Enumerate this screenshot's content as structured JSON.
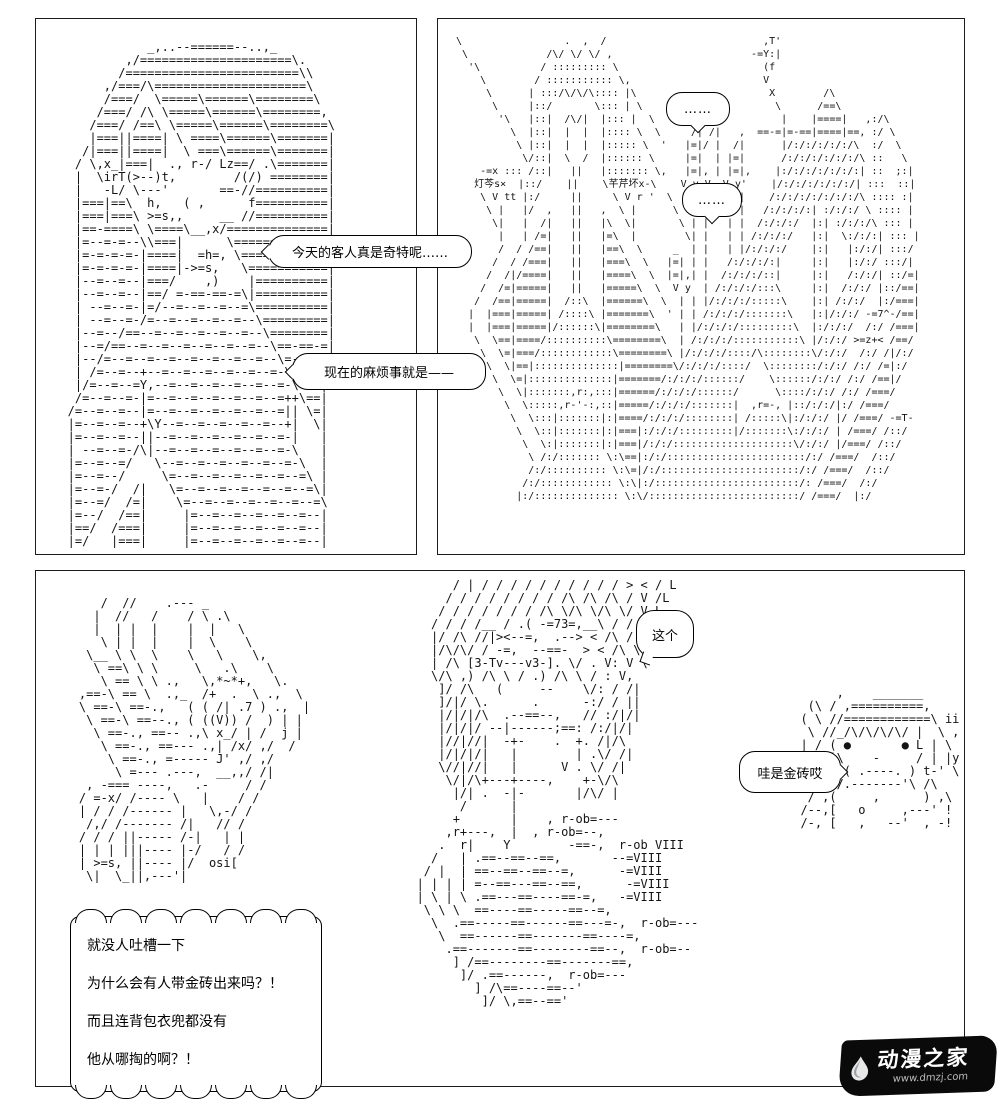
{
  "page": {
    "background": "#ffffff",
    "ink": "#141414"
  },
  "bubbles": {
    "b1": "今天的客人真是奇特呢……",
    "b2": "现在的麻烦事就是——",
    "b3": "这个",
    "b4": "哇是金砖哎",
    "dots1": "……",
    "dots2": "……",
    "dialog": {
      "lines": [
        "就没人吐槽一下",
        "为什么会有人带金砖出来吗？！",
        "而且连背包衣兜都没有",
        "他从哪掏的啊？！"
      ]
    }
  },
  "watermark": {
    "title": "动漫之家",
    "url": "www.dmzj.com"
  },
  "panels": {
    "top_left_aa": [
      "              _,..--======--..,_",
      "           ,/=====================\\.",
      "          /========================\\\\",
      "        ,/===/\\=====================\\",
      "        /===/  \\=====\\======\\========\\",
      "       /===/ /\\ \\=====\\======\\========,",
      "      /===/ /==\\ \\=====\\======\\========\\",
      "      |===||====| \\ ====\\======\\=======|",
      "     /|===||====|  \\ ===\\======\\=======|",
      "    / \\,x_|===|  ., r-/ Lz==/ .\\=======|",
      "    |  \\irT(>--)t,        /(/) ========|",
      "    |   -L/ \\---'       ==-//==========|",
      "    |===|==\\  h,   ( ,      f==========|",
      "    |===|===\\ >=s,,     __ //==========|",
      "    |==-====\\ \\====\\__,x/==============|",
      "    |=--=-=--\\\\===|      \\=============|",
      "    |=-=-=-=-|====|  =h=, \\============|",
      "    |=-=-=-=-|====|->=s,   \\===========|",
      "    |--=--=--|===/    ,)    |==========|",
      "    |--=--=--|==/ =-==-==-=\\|==========|",
      "    | --=--=-|=/--=--=--=--=\\==========|",
      "    | --=--=-/=--=--=--=--=--\\=========|",
      "    |--=--/==--=--=--=--=--=--\\========|",
      "    |--=/==--=--=--=--=--=--=--\\==-==-=|",
      "    |--/=--=--=--=--=--=--=--=--\\=-==W!",
      "    | /=--=--+--=--=--=--=--=--=-\\-=-=/",
      "    |/=--=--=Y,--=--=--=--=--=--=-\\===|",
      "    /=--=--=-|=--=--=--=--=--=--=++\\==|",
      "   /=--=--=--|=--=--=--=--=--=--=|| \\=|",
      "   |=--=--=--+\\Y--=--=--=--=--=--+|  \\|",
      "   |=--=--=--||--=--=--=--=--=--=-|   |",
      "   | --=--=-/\\|--=--=--=--=--=--=-\\   |",
      "   |=--=--=/   \\--=--=--=--=--=--=-\\  |",
      "   |=--=--/     \\=--=--=--=--=--=--=\\ |",
      "   |=--=-/  /|   \\=--=--=--=--=--=--=\\|",
      "   |=--=/  /=|    \\=--=--=--=--=--=--=\\",
      "   |=--/  /==|     |=--=--=--=--=--=--|",
      "   |==/  /===|     |=--=--=--=--=--=--|",
      "   |=/   |===|     |=--=--=--=--=--=--|"
    ],
    "top_right_aa": [
      "  \\                 .  ,  /                          ,T'",
      "   \\             /\\/ \\/ \\/ ,                       -=Y:|",
      "    '\\          / ::::::::: \\                        (f",
      "      \\        / ::::::::::: \\,                      V",
      "       \\      | :::/\\/\\/\\:::: |\\                      X        /\\",
      "        \\     |::/       \\::: | \\                      \\      /==\\",
      "         '\\   |::|  /\\/|  |::: |  \\       .  ,          |    |====|   ,:/\\",
      "           \\  |::|  |  |  |:::: \\  \\     /| /|   ,  ==-=|=-==|====|==, :/ \\",
      "            \\ |::|  |  |  |::::: \\  '   |=|/ |  /|      |/:/:/:/:/:/\\  :/  \\",
      "             \\/::|  \\  /  |:::::: \\     |=|  | |=|      /:/:/:/:/:/:/\\ ::   \\",
      "      -=x ::: /::|   ||   |::::::: \\,   |=|, | |=|,    |:/:/:/:/:/:/:| ::  ;:|",
      "     灯芩s×  |::/    ||    \\芊芹坏x-\\    V y V  V y'    |/:/:/:/:/:/:/| :::  ::|",
      "      \\ V tt |:/     ||     \\ V r '  \\   | |   | |    /:/:/:/:/:/:/:/\\ :::: :|",
      "       \\ |   |/  ,   ||   ,  \\ |      \\  | |   | |   /:/:/:/:| :/:/:/ \\ :::: |",
      "        \\|   |  /|   ||   |\\  \\|       \\ | |   | |  /:/:/:/  |:| :/:/:/\\ ::: |",
      "         |   | /=|   ||   |=\\  |        \\| |   | | /:/:/:/   |:|  \\:/:/:| ::: |",
      "         /  / /==|   ||   |==\\  \\     _  | |   | |/:/:/:/    |:|   |:/:/| :::/",
      "        /  / /===|   ||   |===\\  \\   |=| | |   /:/:/:/:|     |:|   |:/:/ :::/|",
      "       /  /|/====|   ||   |====\\  \\  |=|,| |  /:/:/:/::|     |:|   /:/:/| ::/=|",
      "      /  /=|=====|   ||   |=====\\  \\  V y  | /:/:/:/:::\\     |:|  /:/:/ |::/==|",
      "     /  /==|=====|  /::\\  |======\\  \\  | | |/:/:/:/:::::\\    |:| /:/:/  |:/===|",
      "    |  |===|=====| /::::\\ |=======\\  ' | | /:/:/:/:::::::\\   |:|/:/:/ -=7^-/==|",
      "    |  |===|=====|/::::::\\|========\\   | |/:/:/:/:::::::::\\  |:/:/:/  /:/ /===|",
      "     \\  \\==|====/::::::::::\\========\\  | /:/:/:/:::::::::::\\ |/:/:/ >=z+< /==/",
      "      \\  \\=|===/::::::::::::\\========\\ |/:/:/:/::::/\\::::::::\\/:/:/  /:/ /|/:/",
      "       \\  \\|==|::::::::::::::|========\\/:/:/:/::::/  \\::::::::/:/:/ /:/ /=|:/",
      "        \\  \\=|::::::::::::::|=======/:/:/:/::::::/    \\::::::/:/:/ /:/ /==|/",
      "         \\  \\|:::::::,r:,:::|======/:/:/:/::::::/      \\::::/:/:/ /:/ /===/",
      "          \\  \\:::::,r-'-:,::|=====/:/:/:/:::::::|  ,r=-, |::/:/:/|:/ /===/",
      "           \\  \\:::|:::::::|:|====/:/:/:/::::::::| /:::::\\|:/:/:/ |/ /===/ -=T-",
      "            \\  \\::|:::::::|:|===|:/:/:/:::::::::|/:::::::\\:/:/:/ | /===/ /::/",
      "             \\  \\:|:::::::|:|===|/:/:/::::::::::::::::::::\\/:/:/ |/===/ /::/",
      "              \\ /:/::::::: \\:\\==|:/:/:::::::::::::::::::::::/:/ /===/  /::/",
      "              /:/:::::::::: \\:\\=|/:/:::::::::::::::::::::::/:/ /===/  /::/",
      "             /:/:::::::::::: \\:\\|:/::::::::::::::::::::::::/: /===/  /:/",
      "            |:/:::::::::::::: \\:\\/:::::::::::::::::::::::::/ /===/  |:/"
    ],
    "bottom_left_aa": [
      "       /  //    .--- _",
      "      |  //   /    / \\ .\\",
      "      |  | |  |    |  |   \\",
      "       \\ | |  |    |  \\    \\",
      "     \\__ \\ \\  \\    \\   \\    \\,",
      "      \\ ==\\ \\ \\     \\   .\\    \\",
      "       \\ == \\ \\ .,   \\,*~*+,   \\.",
      "    ,==-\\ == \\  .,_  /+  .  \\ .,  \\",
      "    \\ ==-\\ ==-.,   ( ( /| .7 ) .,  |",
      "     \\ ==-\\ ==--., ( ((V)) /  ) | |",
      "      \\ ==-., ==-- .,\\ x_/ | /  j |",
      "       \\ ==-., ==--- .,| /x/ ,/  /",
      "        \\ ==-., =----- J' ,/ ,/",
      "         \\ =--- .---,  __,,/ /|",
      "     , -=== ----,   .-     / /",
      "    / =-x/ /---- \\   |    / /",
      "    | / / /------ |   \\,-/ /",
      "     /,/ /------- /|   // /",
      "    / / / ||----- /-|   | |",
      "    | | | |||---- |-/   / /",
      "    | >=s, ||---- |/  osi[",
      "     \\|  \\_||,---'|"
    ],
    "bottom_center_aa": [
      "            / | / / / / / / / / / / > < / L",
      "           / / / / / / / / /\\ /\\ /\\ / V /L",
      "          / / / / / / / /\\ \\/\\ \\/\\ \\/ V L",
      "         / / / /__ / .( -=73=,__\\ / / (",
      "         |/ /\\ //|><--=,  .--> < /\\ / \\",
      "         |/\\/\\/ / -=,  --==-  > < /\\ \\ \\",
      "         | /\\ [3-Tv---v3-]. \\/ . V: V \\",
      "         \\/\\ ,) /\\ \\ / .) /\\ \\ / : V,",
      "          ]/ /\\   (     --    \\/: / /|",
      "          ]/|/ \\.      .      -:/ / ||",
      "          |/|/|/\\  .--==--,   // :/|/|",
      "          |/|/|/ --|------;==: /:/|/|",
      "          |//|//|  -+-    .  +. /|/\\",
      "          |/|/|/|   |        | .\\/ /|",
      "          \\//|//|   |      V . \\/ /|",
      "           \\/|/\\+---+----,    +-\\/\\",
      "            |/| .  -|-       |/\\/ |",
      "             /      |",
      "            +       |    , r-ob=---",
      "           ,r+---,  |  , r-ob=--,",
      "          .  r|    Y        -==-,  r-ob VIII",
      "         /   | .==--==--==,       --=VIII",
      "        / |  | ==--==--==--=,      -=VIII",
      "       | | | | =--==---==--==,      -=VIII",
      "       | \\ | \\ .==---==----==-=,   -=VIII",
      "        \\ \\ \\  ==----==-----==--=,",
      "         \\  .==-----==------==---=-,  r-ob=---",
      "          \\  ==------==-------==----=,",
      "           .==-------==--------==--,  r-ob=--",
      "            ] /==--------==-------==,",
      "             ]/ .==------,  r-ob=---",
      "               ] /\\==----==--'",
      "                ]/ \\,==--=='"
    ],
    "bottom_right_aa": [
      "       ,    _______",
      "   (\\ / ,==========,",
      "  ( \\ //============\\ ii",
      "   \\ //_/\\/\\/\\/\\/ |  \\ ,",
      "  | / ( ●       ● L | \\",
      "  | \\ |\\    -     / | |y",
      "   ( -' ( .----. ) t-' \\",
      "    /\\ /.-------'\\ /\\",
      "   / ,(     ,      ) ,\\",
      "  /--,[   o     ,---' !",
      "  /-, [   ,   --'  , -!"
    ]
  }
}
